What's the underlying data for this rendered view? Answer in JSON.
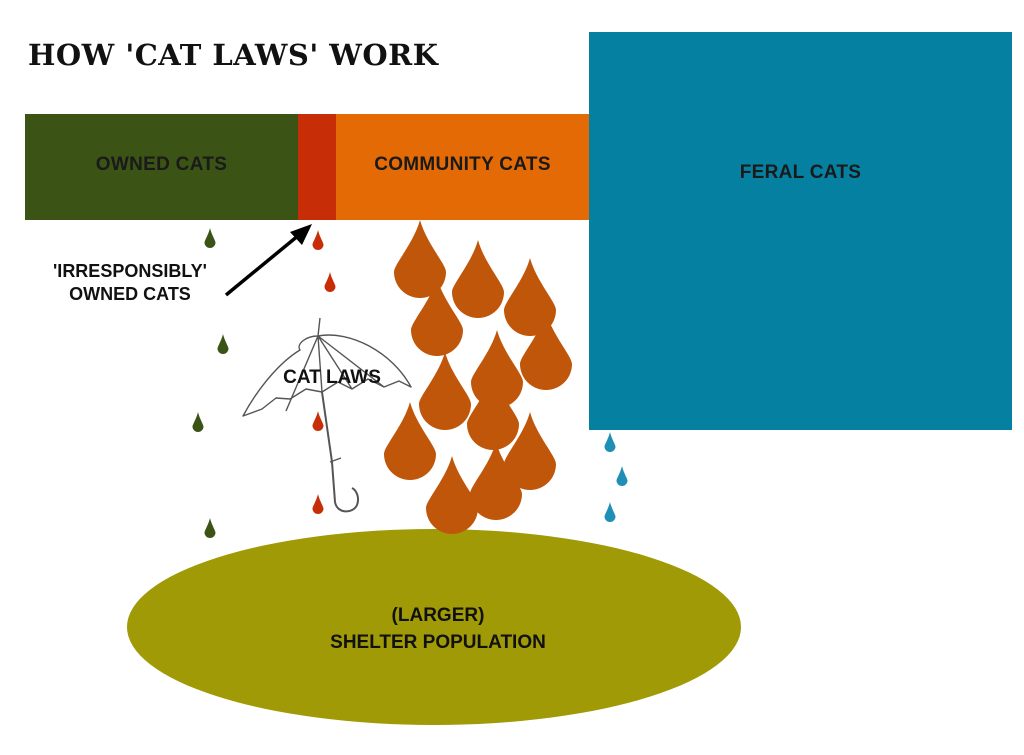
{
  "title": "HOW 'CAT LAWS' WORK",
  "categories": {
    "owned": {
      "label": "OWNED CATS",
      "color": "#3b5416"
    },
    "irresponsibly_owned": {
      "label": "",
      "color": "#c72d07"
    },
    "community": {
      "label": "COMMUNITY CATS",
      "color": "#e36a04"
    },
    "feral": {
      "label": "FERAL CATS",
      "color": "#0580a0"
    }
  },
  "callout": {
    "line1": "'IRRESPONSIBLY'",
    "line2": "OWNED CATS"
  },
  "umbrella": {
    "label": "CAT LAWS"
  },
  "shelter": {
    "line1": "(LARGER)",
    "line2": "SHELTER POPULATION",
    "color": "#9f9a05"
  },
  "drop_colors": {
    "owned": "#3b5416",
    "irresponsible": "#c72d07",
    "community": "#c0560a",
    "feral": "#1f8fb5"
  },
  "icons": [
    "raindrop-icon",
    "umbrella-icon",
    "arrow-icon"
  ]
}
